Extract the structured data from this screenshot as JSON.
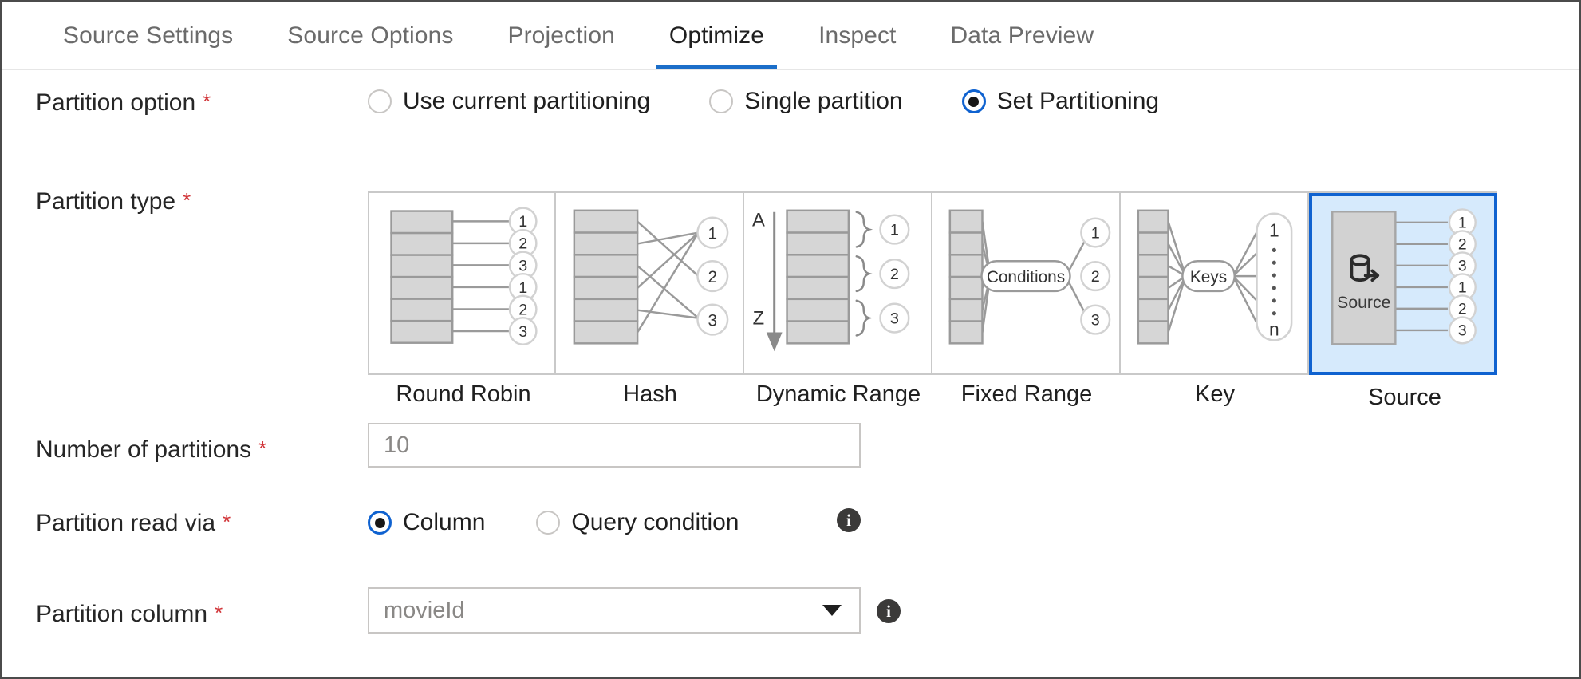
{
  "tabs": [
    {
      "label": "Source Settings",
      "active": false
    },
    {
      "label": "Source Options",
      "active": false
    },
    {
      "label": "Projection",
      "active": false
    },
    {
      "label": "Optimize",
      "active": true
    },
    {
      "label": "Inspect",
      "active": false
    },
    {
      "label": "Data Preview",
      "active": false
    }
  ],
  "colors": {
    "accent": "#1b6ec9",
    "selection_border": "#0f62d0",
    "selection_fill": "#d6eafc",
    "required_asterisk": "#d13438",
    "diagram_gray": "#d4d4d4",
    "diagram_stroke": "#8a8a8a"
  },
  "form": {
    "partition_option": {
      "label": "Partition option",
      "required": "*",
      "options": [
        {
          "label": "Use current partitioning",
          "selected": false
        },
        {
          "label": "Single partition",
          "selected": false
        },
        {
          "label": "Set Partitioning",
          "selected": true
        }
      ]
    },
    "partition_type": {
      "label": "Partition type",
      "required": "*",
      "cards": [
        {
          "name": "round-robin",
          "label": "Round Robin",
          "selected": false,
          "circles": [
            "1",
            "2",
            "3",
            "1",
            "2",
            "3"
          ]
        },
        {
          "name": "hash",
          "label": "Hash",
          "selected": false,
          "circles": [
            "1",
            "2",
            "3"
          ]
        },
        {
          "name": "dynamic-range",
          "label": "Dynamic Range",
          "selected": false,
          "circles": [
            "1",
            "2",
            "3"
          ],
          "axis_top": "A",
          "axis_bottom": "Z"
        },
        {
          "name": "fixed-range",
          "label": "Fixed Range",
          "selected": false,
          "circles": [
            "1",
            "2",
            "3"
          ],
          "pill": "Conditions"
        },
        {
          "name": "key",
          "label": "Key",
          "selected": false,
          "pill": "Keys",
          "capsule_top": "1",
          "capsule_bottom": "n"
        },
        {
          "name": "source",
          "label": "Source",
          "selected": true,
          "circles": [
            "1",
            "2",
            "3",
            "1",
            "2",
            "3"
          ],
          "block_label": "Source"
        }
      ]
    },
    "number_of_partitions": {
      "label": "Number of partitions",
      "required": "*",
      "value": "10",
      "placeholder": "10"
    },
    "partition_read_via": {
      "label": "Partition read via",
      "required": "*",
      "options": [
        {
          "label": "Column",
          "selected": true
        },
        {
          "label": "Query condition",
          "selected": false
        }
      ],
      "info": "i"
    },
    "partition_column": {
      "label": "Partition column",
      "required": "*",
      "value": "movieId",
      "placeholder": "movieId",
      "info": "i"
    }
  }
}
